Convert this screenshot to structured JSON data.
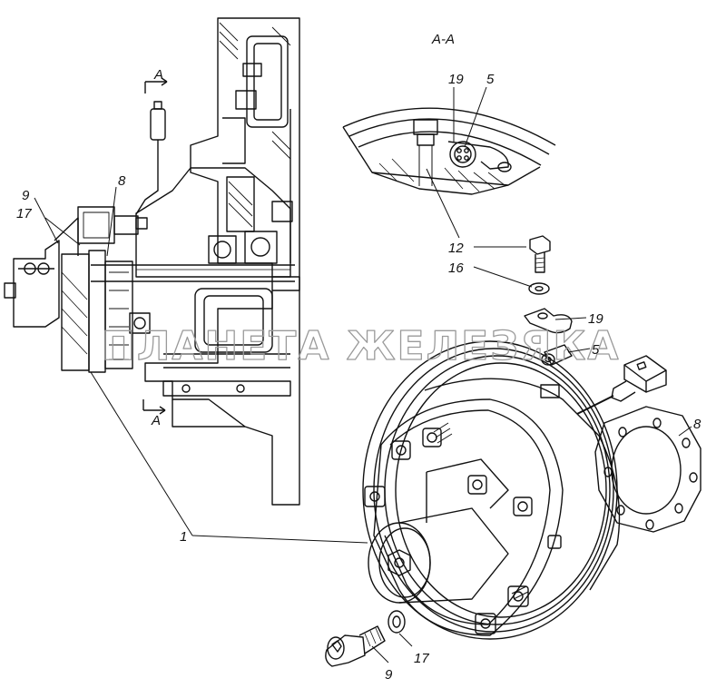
{
  "section": {
    "title": "А-А",
    "marker_top": "А",
    "marker_bottom": "А"
  },
  "callouts": {
    "c1": "1",
    "c5_section": "5",
    "c5_parts": "5",
    "c8_main": "8",
    "c8_gasket": "8",
    "c9_main": "9",
    "c9_bolt": "9",
    "c12": "12",
    "c16": "16",
    "c17_main": "17",
    "c17_washer": "17",
    "c19_section": "19",
    "c19_parts": "19"
  },
  "watermark": "ПЛАНЕТА ЖЕЛЕЗЯКА"
}
